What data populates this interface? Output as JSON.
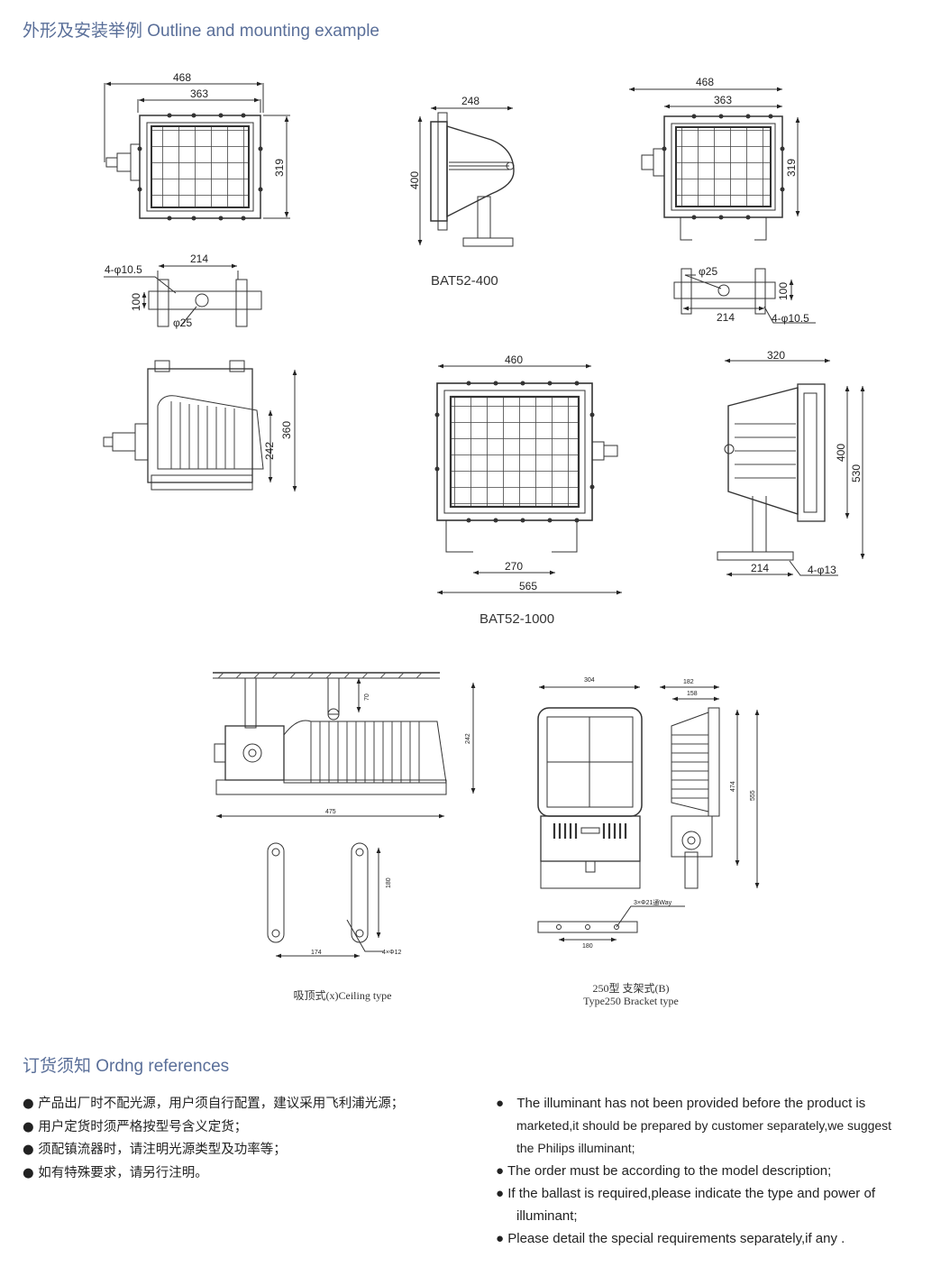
{
  "headings": {
    "outline": "外形及安装举例 Outline and mounting example",
    "order": "订货须知 Ordng references"
  },
  "captions": {
    "bat52_400": "BAT52-400",
    "bat52_1000": "BAT52-1000",
    "ceiling": "吸顶式(x)Ceiling type",
    "bracket_cn": "250型  支架式(B)",
    "bracket_en": "Type250  Bracket type"
  },
  "dimensions": {
    "d468": "468",
    "d363": "363",
    "d319": "319",
    "d248": "248",
    "d400": "400",
    "d214": "214",
    "d100": "100",
    "d4phi105": "4-φ10.5",
    "dphi25": "φ25",
    "d360": "360",
    "d242": "242",
    "d460": "460",
    "d270": "270",
    "d565": "565",
    "d320": "320",
    "d530": "530",
    "d4phi13": "4-φ13",
    "d70": "70",
    "d475": "475",
    "d180": "180",
    "d174": "174",
    "d4xphi12": "4×Φ12",
    "d304": "304",
    "d182": "182",
    "d158": "158",
    "d474": "474",
    "d555": "555",
    "d3xphi21": "3×Φ21通Way"
  },
  "notes_cn": [
    "● 产品出厂时不配光源，用户须自行配置，建议采用飞利浦光源；",
    "● 用户定货时须严格按型号含义定货；",
    "● 须配镇流器时，请注明光源类型及功率等；",
    "● 如有特殊要求，请另行注明。"
  ],
  "notes_en": {
    "n1_bullet": "●",
    "n1_line1": "The illuminant has not been provided before the product is",
    "n1_line2": "marketed,it should be prepared by customer separately,we suggest",
    "n1_line3": "the Philips illuminant;",
    "n2": "● The order must be according to the model description;",
    "n3_line1": "● If the ballast is required,please indicate the type and power of",
    "n3_line2": "illuminant;",
    "n4": "● Please detail the special requirements separately,if any ."
  }
}
